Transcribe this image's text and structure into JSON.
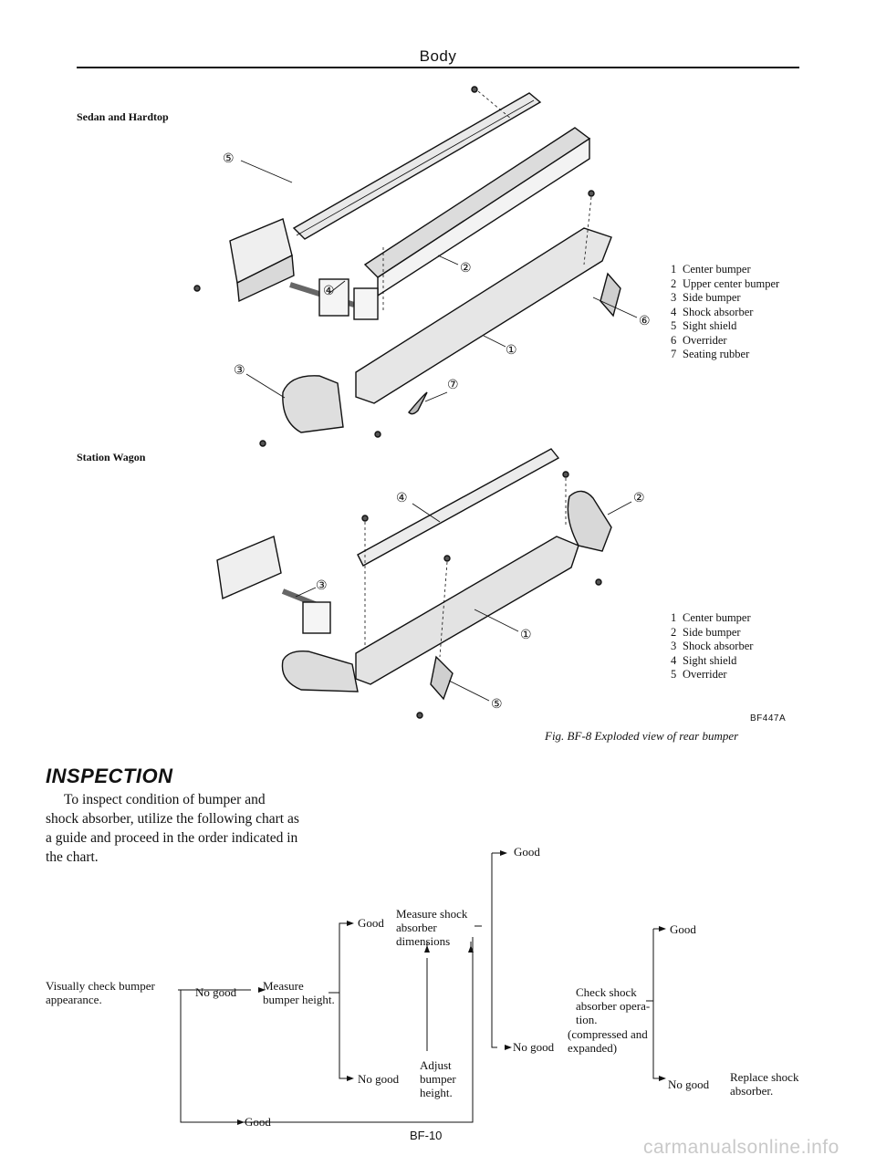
{
  "header": {
    "title": "Body"
  },
  "sections": {
    "sedan": "Sedan and Hardtop",
    "wagon": "Station Wagon"
  },
  "callouts": {
    "sedan": [
      "⑤",
      "④",
      "②",
      "⑥",
      "③",
      "①",
      "⑦"
    ],
    "wagon": [
      "④",
      "②",
      "③",
      "①",
      "⑤"
    ]
  },
  "legend_sedan": [
    {
      "num": "1",
      "text": "Center bumper"
    },
    {
      "num": "2",
      "text": "Upper center bumper"
    },
    {
      "num": "3",
      "text": "Side bumper"
    },
    {
      "num": "4",
      "text": "Shock absorber"
    },
    {
      "num": "5",
      "text": "Sight shield"
    },
    {
      "num": "6",
      "text": "Overrider"
    },
    {
      "num": "7",
      "text": "Seating rubber"
    }
  ],
  "legend_wagon": [
    {
      "num": "1",
      "text": "Center bumper"
    },
    {
      "num": "2",
      "text": "Side bumper"
    },
    {
      "num": "3",
      "text": "Shock absorber"
    },
    {
      "num": "4",
      "text": "Sight shield"
    },
    {
      "num": "5",
      "text": "Overrider"
    }
  ],
  "figure": {
    "code": "BF447A",
    "caption": "Fig. BF-8 Exploded view of rear bumper"
  },
  "inspection": {
    "heading": "INSPECTION",
    "text": "To inspect condition of bumper and shock absorber, utilize the following chart as a guide and proceed in the order indicated in the chart."
  },
  "flowchart": {
    "visually_check_1": "Visually check bumper",
    "visually_check_2": "appearance.",
    "no_good_1": "No good",
    "measure_bumper_1": "Measure",
    "measure_bumper_2": "bumper height.",
    "good_1": "Good",
    "good_bottom": "Good",
    "measure_shock_1": "Measure shock",
    "measure_shock_2": "absorber",
    "measure_shock_3": "dimensions",
    "no_good_2": "No good",
    "adjust_1": "Adjust",
    "adjust_2": "bumper",
    "adjust_3": "height.",
    "good_top": "Good",
    "no_good_3": "No good",
    "check_shock_1": "Check shock",
    "check_shock_2": "absorber opera-",
    "check_shock_3": "tion.",
    "check_shock_4": "(compressed and",
    "check_shock_5": "expanded)",
    "good_right": "Good",
    "no_good_4": "No good",
    "replace_1": "Replace shock",
    "replace_2": "absorber."
  },
  "footer": {
    "page": "BF-10",
    "watermark": "carmanualsonline.info"
  }
}
